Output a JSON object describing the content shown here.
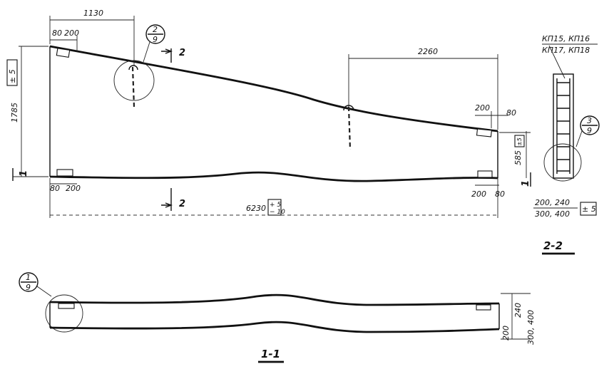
{
  "dims": {
    "top_1130": "1130",
    "top_80": "80",
    "top_200": "200",
    "right_2260": "2260",
    "right_200": "200",
    "right_80": "80",
    "left_1785": "1785",
    "tol_left": "± 5",
    "right_585": "585",
    "tol_585": "±5",
    "bot_80": "80",
    "bot_200": "200",
    "bot_r200": "200",
    "bot_r80": "80",
    "total_6230": "6230",
    "tol_total_top": "+ 5",
    "tol_total_bot": "− 10"
  },
  "callouts": {
    "c1_top": "2",
    "c1_bot": "9",
    "c2_top": "3",
    "c2_bot": "9",
    "c3_top": "1",
    "c3_bot": "9"
  },
  "section_marks": {
    "top": "2",
    "bottom": "2",
    "left1": "1",
    "right1": "1"
  },
  "section22": {
    "title": "2-2",
    "kp_line1": "КП15, КП16",
    "kp_line2": "КП17, КП18",
    "widths_line1": "200, 240",
    "widths_line2": "300, 400",
    "tol": "± 5"
  },
  "section11": {
    "title": "1-1",
    "dim_200": "200",
    "dim_240": "240",
    "dim_300_400": "300, 400"
  }
}
